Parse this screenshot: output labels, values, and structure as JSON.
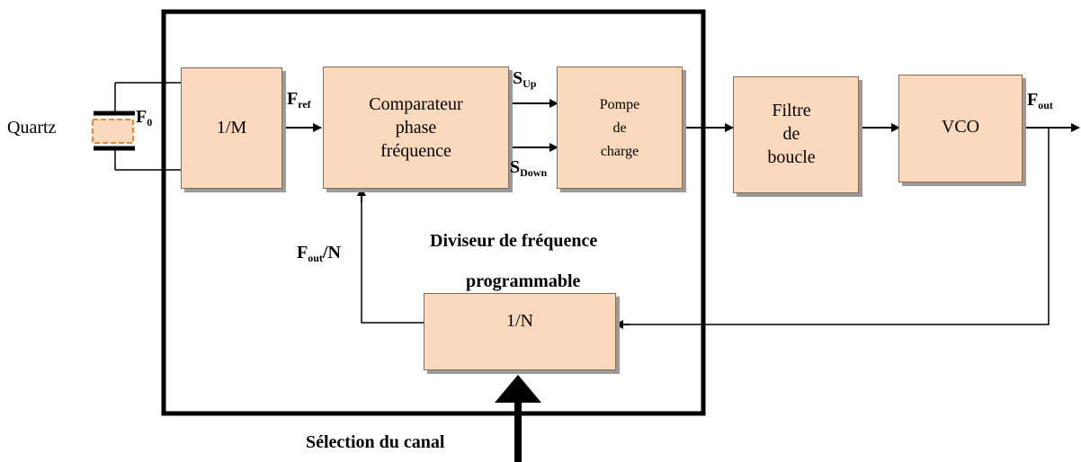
{
  "diagram": {
    "quartz_label": "Quartz",
    "f0": {
      "main": "F",
      "sub": "0"
    },
    "div_m": "1/M",
    "fref": {
      "main": "F",
      "sub": "ref"
    },
    "comparator": {
      "line1": "Comparateur",
      "line2": "phase",
      "line3": "fréquence"
    },
    "sup": {
      "main": "S",
      "sub": "Up"
    },
    "sdown": {
      "main": "S",
      "sub": "Down"
    },
    "pump": {
      "line1": "Pompe",
      "line2": "de",
      "line3": "charge"
    },
    "filter": {
      "line1": "Filtre",
      "line2": "de",
      "line3": "boucle"
    },
    "vco": "VCO",
    "fout": {
      "main": "F",
      "sub": "out"
    },
    "div_n": "1/N",
    "foutn": {
      "main": "F",
      "sub": "out",
      "suffix": "/N"
    },
    "divider_title_line1": "Diviseur de fréquence",
    "divider_title_line2": "programmable",
    "channel_select": "Sélection du canal"
  }
}
